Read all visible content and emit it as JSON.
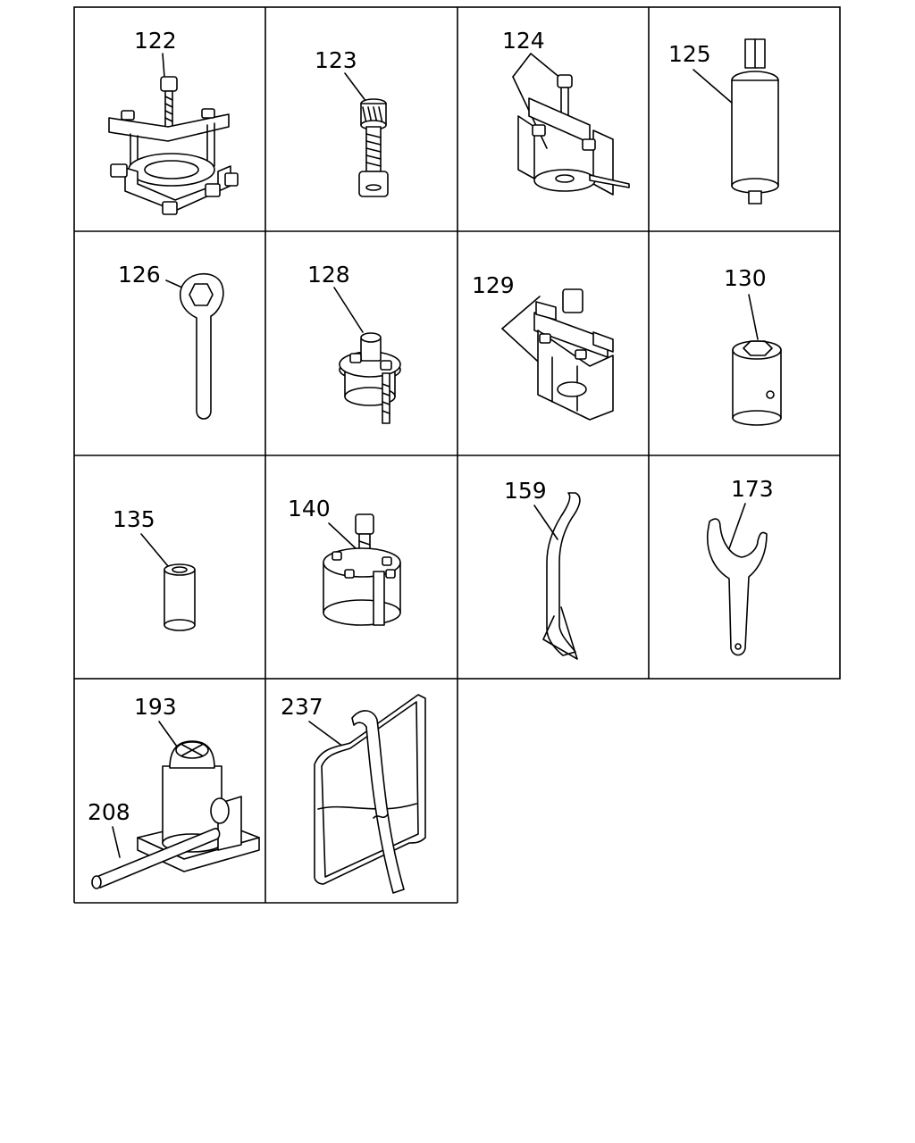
{
  "parts": [
    {
      "id": "part-122",
      "label": "122"
    },
    {
      "id": "part-123",
      "label": "123"
    },
    {
      "id": "part-124",
      "label": "124"
    },
    {
      "id": "part-125",
      "label": "125"
    },
    {
      "id": "part-126",
      "label": "126"
    },
    {
      "id": "part-128",
      "label": "128"
    },
    {
      "id": "part-129",
      "label": "129"
    },
    {
      "id": "part-130",
      "label": "130"
    },
    {
      "id": "part-135",
      "label": "135"
    },
    {
      "id": "part-140",
      "label": "140"
    },
    {
      "id": "part-159",
      "label": "159"
    },
    {
      "id": "part-173",
      "label": "173"
    },
    {
      "id": "part-193",
      "label": "193"
    },
    {
      "id": "part-208",
      "label": "208"
    },
    {
      "id": "part-237",
      "label": "237"
    }
  ]
}
